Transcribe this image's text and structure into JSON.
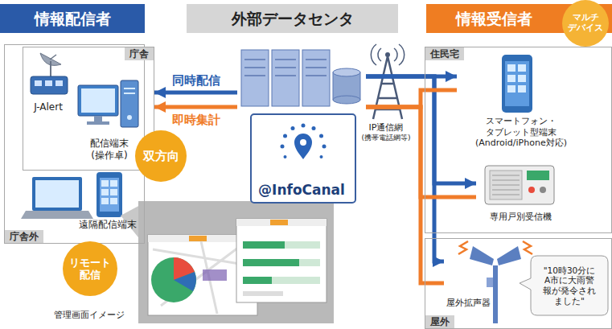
{
  "diagram": {
    "nodes": [
      {
        "text": [
          "情報配信者"
        ]
      },
      {
        "text": [
          "外部データセンタ"
        ]
      },
      {
        "text": [
          "情報受信者"
        ]
      },
      {
        "text": [
          "マルチ デバイス"
        ]
      },
      {
        "text": [
          "庁舎外"
        ]
      },
      {
        "text": [
          "庁舎"
        ],
        "in": 4
      },
      {
        "text": [
          "J-Alert"
        ],
        "in": 5
      },
      {
        "text": [
          "配信端末 (操作卓)"
        ],
        "in": 5
      },
      {
        "text": [
          "双方向"
        ],
        "in": 4
      },
      {
        "text": [
          "遠隔配信端末"
        ],
        "in": 4
      },
      {
        "text": [
          "リモート 配信"
        ],
        "in": 4
      },
      {
        "text": [
          "@InfoCanal"
        ]
      },
      {
        "text": [
          "住民宅"
        ]
      },
      {
        "text": [
          "スマートフォン・ タブレット型端末 (Android/iPhone対応)"
        ],
        "in": 12
      },
      {
        "text": [
          "専用戸別受信機"
        ],
        "in": 12
      },
      {
        "text": [
          "屋外"
        ]
      },
      {
        "text": [
          "屋外拡声器"
        ],
        "in": 15
      },
      {
        "text": [
          "\"10時30分に A市に大雨警 報が発令され ました\""
        ],
        "in": 15
      }
    ],
    "edges": [
      {
        "from": 11,
        "to": 5,
        "label": "同時配信",
        "arrow": "to"
      },
      {
        "from": 11,
        "to": 5,
        "label": "即時集計",
        "arrow": "to"
      },
      {
        "from": 11,
        "to": 13,
        "arrow": "to"
      },
      {
        "from": 11,
        "to": 14,
        "arrow": "to"
      },
      {
        "from": 11,
        "to": 16,
        "arrow": "to"
      },
      {
        "from": 13,
        "to": 11,
        "arrow": "none"
      },
      {
        "from": 14,
        "to": 11,
        "arrow": "none"
      },
      {
        "from": 16,
        "to": 11,
        "arrow": "none"
      }
    ],
    "labels": [
      "IP通信網",
      "(携帯電話網等)",
      "管理画面イメージ"
    ]
  }
}
